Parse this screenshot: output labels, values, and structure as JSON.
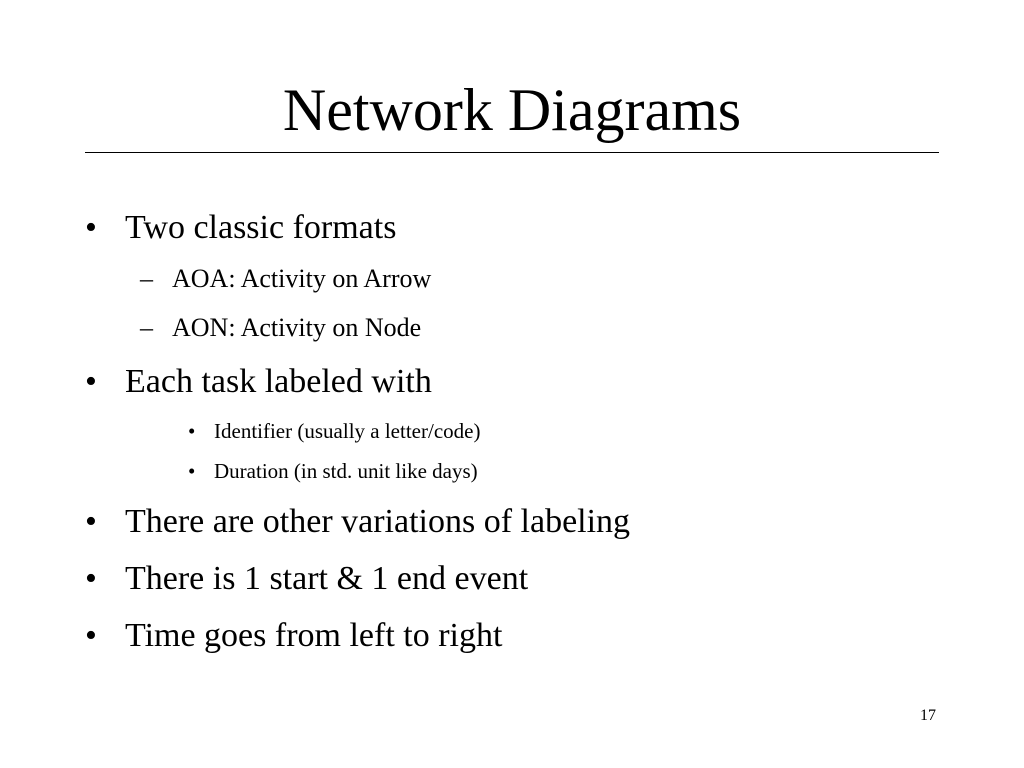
{
  "slide": {
    "title": "Network Diagrams",
    "bullets": [
      {
        "marker": "•",
        "text": "Two classic formats"
      },
      {
        "marker": "–",
        "text": "AOA: Activity on Arrow"
      },
      {
        "marker": "–",
        "text": "AON: Activity on Node"
      },
      {
        "marker": "•",
        "text": "Each task labeled with"
      },
      {
        "marker": "•",
        "text": "Identifier (usually a letter/code)"
      },
      {
        "marker": "•",
        "text": "Duration (in std. unit like days)"
      },
      {
        "marker": "•",
        "text": "There are other variations of labeling"
      },
      {
        "marker": "•",
        "text": "There is 1 start & 1 end event"
      },
      {
        "marker": "•",
        "text": "Time goes from left to right"
      }
    ],
    "page_number": "17"
  }
}
